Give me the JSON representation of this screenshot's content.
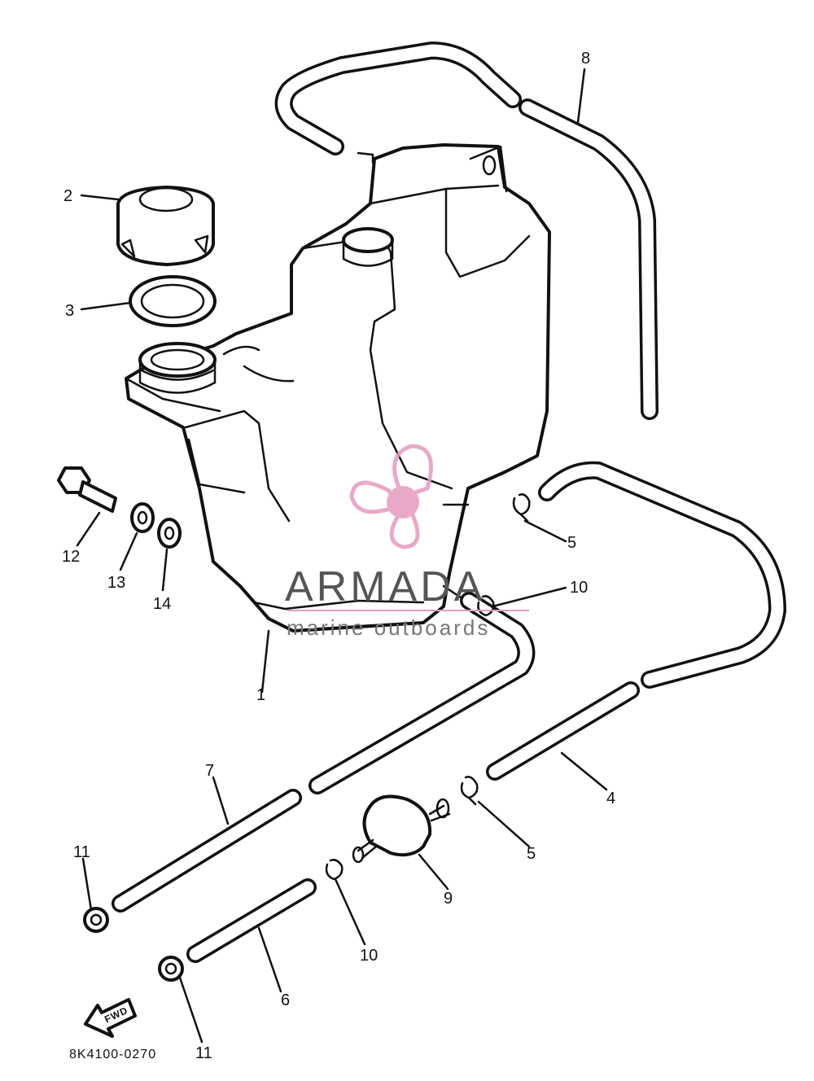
{
  "callouts": [
    {
      "id": "1",
      "label": "1"
    },
    {
      "id": "2",
      "label": "2"
    },
    {
      "id": "3",
      "label": "3"
    },
    {
      "id": "4",
      "label": "4"
    },
    {
      "id": "5a",
      "label": "5"
    },
    {
      "id": "5b",
      "label": "5"
    },
    {
      "id": "6",
      "label": "6"
    },
    {
      "id": "7",
      "label": "7"
    },
    {
      "id": "8",
      "label": "8"
    },
    {
      "id": "9",
      "label": "9"
    },
    {
      "id": "10a",
      "label": "10"
    },
    {
      "id": "10b",
      "label": "10"
    },
    {
      "id": "11a",
      "label": "11"
    },
    {
      "id": "11b",
      "label": "11"
    },
    {
      "id": "12",
      "label": "12"
    },
    {
      "id": "13",
      "label": "13"
    },
    {
      "id": "14",
      "label": "14"
    }
  ],
  "drawing_code": "8K4100-0270",
  "fwd_label": "FWD",
  "watermark": {
    "brand": "ARMADA",
    "tagline": "marine outboards",
    "accent_color": "#e79ac0"
  },
  "line_color": "#111111"
}
